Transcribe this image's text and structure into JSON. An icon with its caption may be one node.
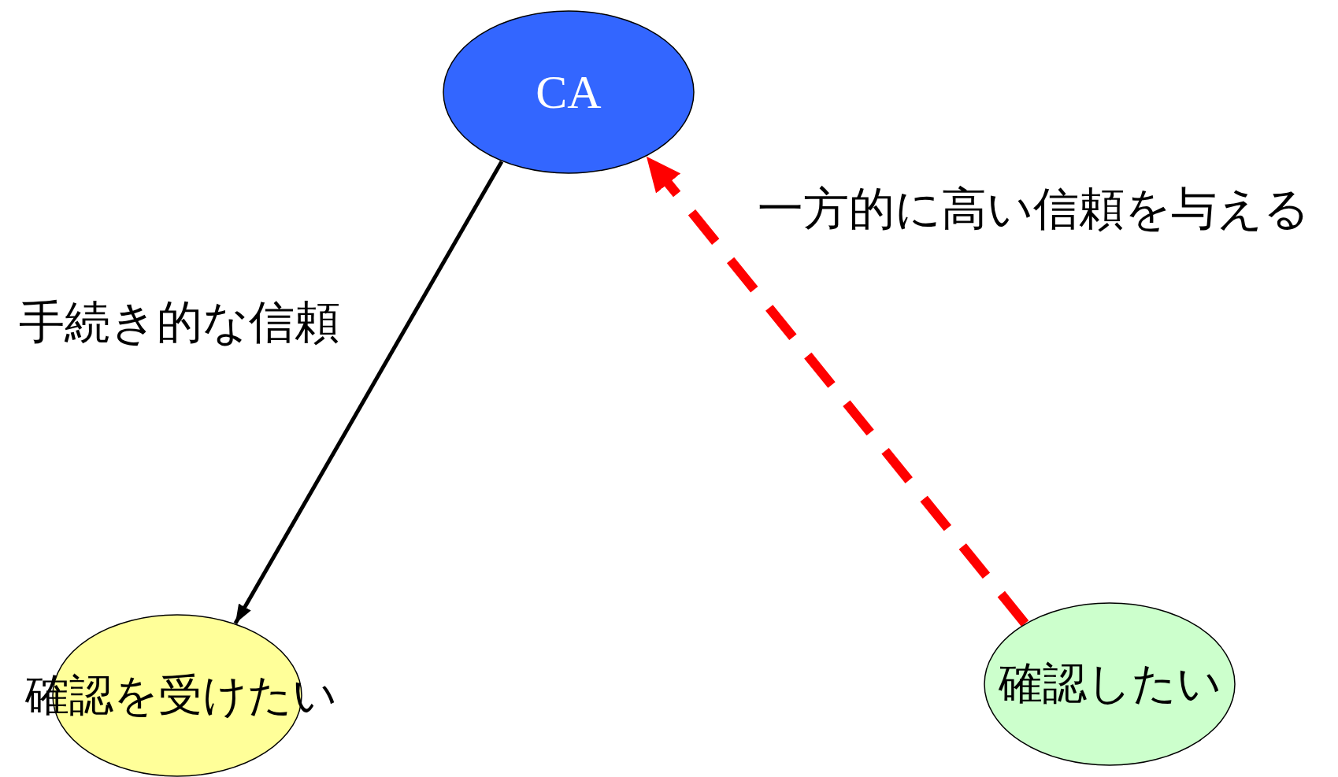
{
  "diagram": {
    "nodes": [
      {
        "text": [
          "CA"
        ]
      },
      {
        "text": [
          "確認を受けたい"
        ]
      },
      {
        "text": [
          "確認したい"
        ]
      }
    ],
    "edges": [
      {
        "from": 0,
        "to": 1,
        "arrow": "to",
        "label": "手続き的な信頼"
      },
      {
        "from": 2,
        "to": 0,
        "arrow": "to",
        "label": "一方的に高い信頼を与える",
        "style": "dashed",
        "color": "#ff0000"
      }
    ]
  }
}
